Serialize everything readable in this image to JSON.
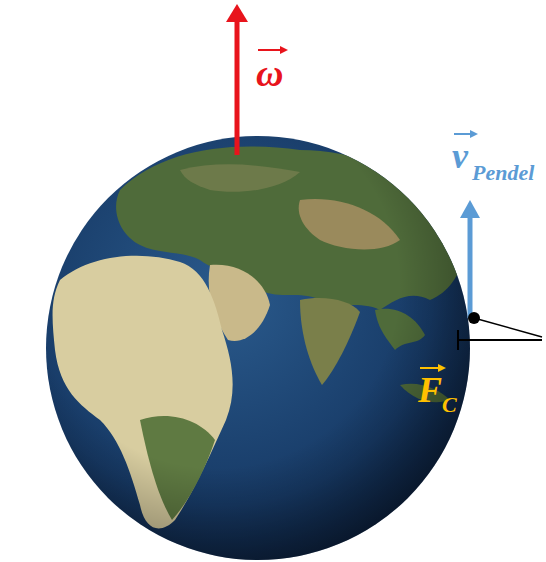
{
  "diagram": {
    "labels": [
      "ω",
      "v",
      "Pendel",
      "F",
      "C"
    ]
  }
}
